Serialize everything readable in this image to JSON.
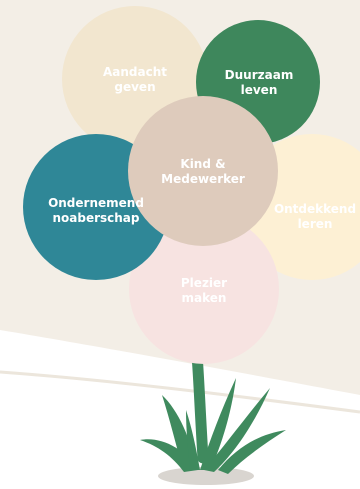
{
  "colors": {
    "background": "#f3eee6",
    "ground": "#ffffff",
    "ground_line": "#ece6dc",
    "stem": "#3f8a5e",
    "pot_shadow": "#d9d5d0"
  },
  "petals": [
    {
      "id": "aandacht",
      "label": "Aandacht\ngeven",
      "color": "#f2e6cf"
    },
    {
      "id": "duurzaam",
      "label": "Duurzaam\nleven",
      "color": "#3e875c"
    },
    {
      "id": "ontdekkend",
      "label": "Ontdekkend\nleren",
      "color": "#fdf0d4"
    },
    {
      "id": "plezier",
      "label": "Plezier\nmaken",
      "color": "#f7e3e1"
    },
    {
      "id": "ondernemend",
      "label": "Ondernemend\nnoaberschap",
      "color": "#2f8797"
    },
    {
      "id": "kind",
      "label": "Kind &\nMedewerker",
      "color": "#decbbc"
    }
  ]
}
